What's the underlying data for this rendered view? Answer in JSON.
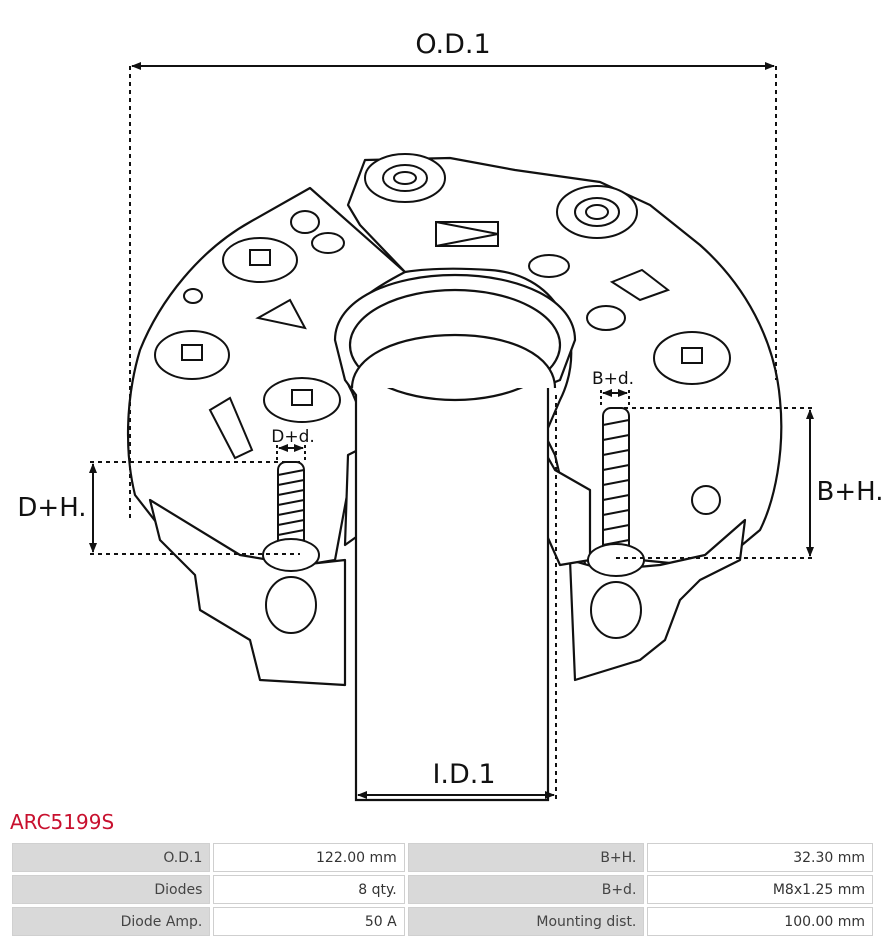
{
  "diagram": {
    "labels": {
      "od1": "O.D.1",
      "id1": "I.D.1",
      "dh": "D+H.",
      "dd": "D+d.",
      "bh": "B+H.",
      "bd": "B+d."
    }
  },
  "product": {
    "code": "ARC5199S",
    "code_color": "#c8102e"
  },
  "specs": {
    "rows": [
      [
        {
          "label": "O.D.1",
          "value": "122.00 mm"
        },
        {
          "label": "B+H.",
          "value": "32.30 mm"
        }
      ],
      [
        {
          "label": "Diodes",
          "value": "8 qty."
        },
        {
          "label": "B+d.",
          "value": "M8x1.25 mm"
        }
      ],
      [
        {
          "label": "Diode Amp.",
          "value": "50 A"
        },
        {
          "label": "Mounting dist.",
          "value": "100.00 mm"
        }
      ]
    ]
  }
}
